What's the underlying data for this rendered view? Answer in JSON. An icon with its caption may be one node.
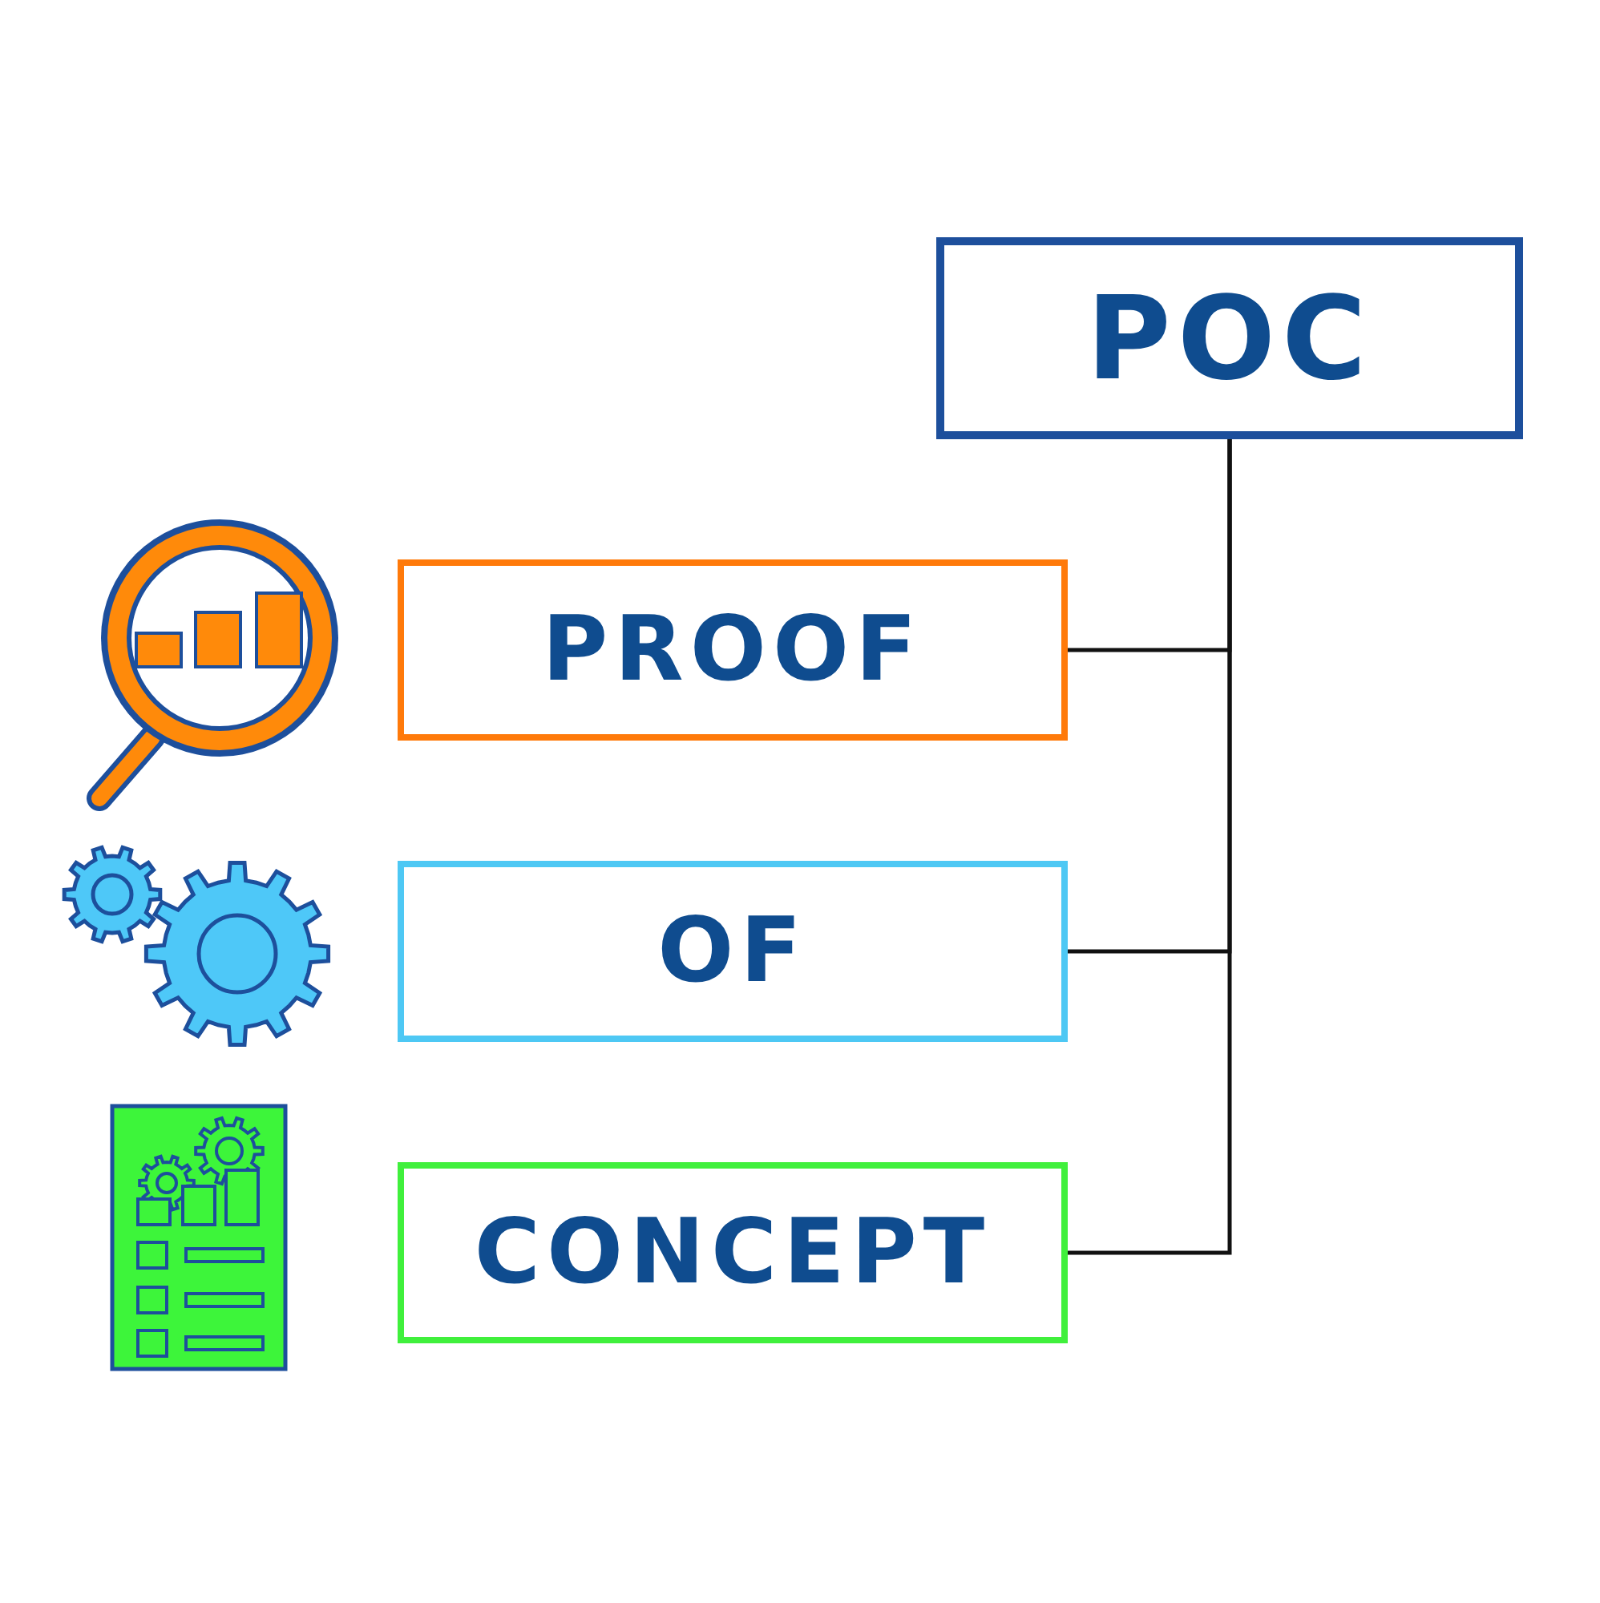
{
  "diagram": {
    "nodes": [
      {
        "text": [
          "POC"
        ]
      },
      {
        "text": [
          "PROOF"
        ]
      },
      {
        "text": [
          "OF"
        ]
      },
      {
        "text": [
          "CONCEPT"
        ]
      }
    ],
    "edges": [
      {
        "from": 0,
        "to": 1,
        "arrow": "none"
      },
      {
        "from": 0,
        "to": 2,
        "arrow": "none"
      },
      {
        "from": 0,
        "to": 3,
        "arrow": "none"
      }
    ]
  }
}
